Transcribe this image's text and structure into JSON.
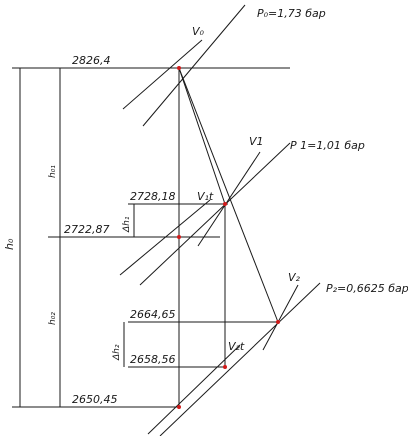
{
  "enthalpy_levels": {
    "h0": "2826,4",
    "h1": "2728,18",
    "h1t": "2722,87",
    "h2": "2664,65",
    "h2t": "2658,56",
    "hk": "2650,45"
  },
  "pressures": {
    "p0": "P₀=1,73 бар",
    "p1": "P 1=1,01 бар",
    "p2": "P₂=0,6625 бар"
  },
  "volumes": {
    "v0": "V₀",
    "v1": "V1",
    "v2": "V₂",
    "v1t": "V₁t",
    "v2t": "V₂t"
  },
  "dimensions": {
    "h0_total": "h₀",
    "h01": "h₀₁",
    "h02": "h₀₂",
    "dh1": "Δh₁",
    "dh2": "Δh₂"
  }
}
